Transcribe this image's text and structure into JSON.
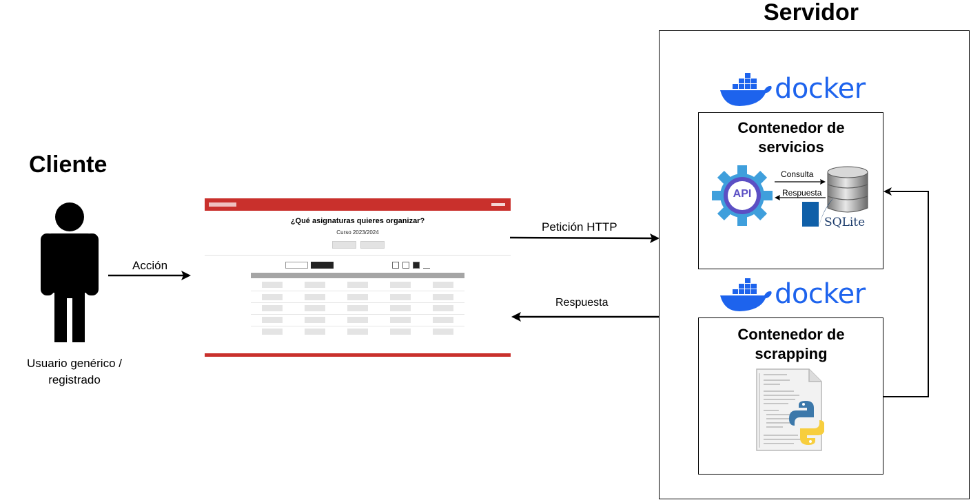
{
  "client": {
    "title": "Cliente",
    "user_label": "Usuario genérico / registrado"
  },
  "server": {
    "title": "Servidor",
    "docker_word": "docker",
    "services_container": {
      "title": "Contenedor de servicios",
      "api_label": "API",
      "query_label": "Consulta",
      "response_label": "Respuesta",
      "db_label": "SQLite"
    },
    "scraping_container": {
      "title": "Contenedor de scrapping"
    }
  },
  "arrows": {
    "action": "Acción",
    "http_request": "Petición HTTP",
    "response": "Respuesta"
  },
  "web_preview": {
    "heading": "¿Qué asignaturas quieres organizar?",
    "course": "Curso 2023/2024"
  },
  "colors": {
    "brand_red": "#c9302c",
    "docker_blue": "#1d63ed",
    "api_gear": "#3f9fdc",
    "api_core": "#5b4fc4"
  }
}
